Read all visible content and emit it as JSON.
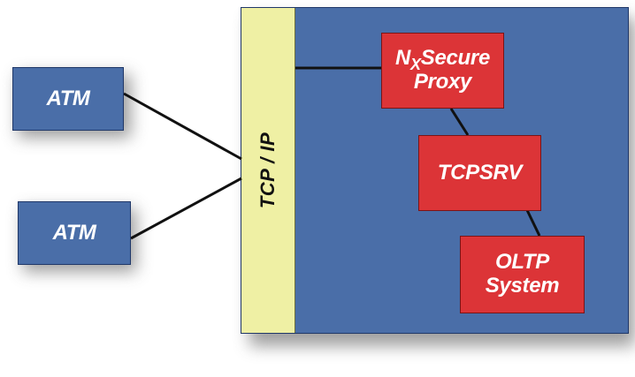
{
  "diagram": {
    "atm_top": "ATM",
    "atm_bottom": "ATM",
    "tcp_layer": "TCP / IP",
    "proxy": {
      "prefix": "N",
      "subscript": "X",
      "line1_rest": "Secure",
      "line2": "Proxy"
    },
    "tcpsrv": "TCPSRV",
    "oltp": {
      "line1": "OLTP",
      "line2": "System"
    }
  },
  "colors": {
    "host_blue": "#4a6ea8",
    "tcp_yellow": "#eff0a4",
    "component_red": "#dc3437",
    "connector": "#111111"
  }
}
